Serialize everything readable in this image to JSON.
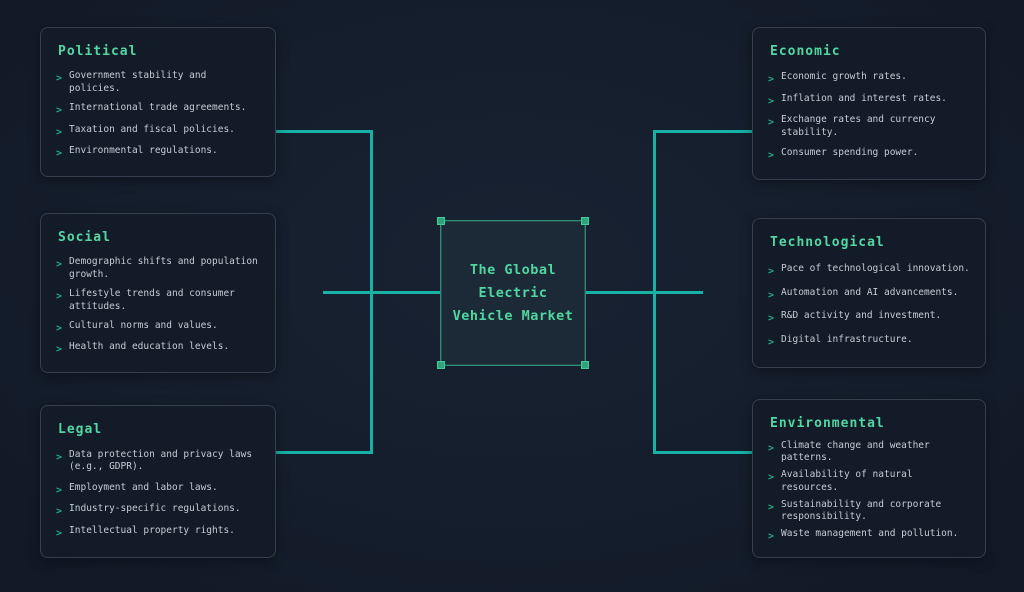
{
  "diagram": {
    "title": "PESTEL analysis diagram",
    "bullet_glyph": ">",
    "center": {
      "lines": [
        "The Global",
        "Electric",
        "Vehicle Market"
      ]
    },
    "boxes": [
      {
        "title": "Political",
        "items": [
          "Government stability and policies.",
          "International trade agreements.",
          "Taxation and fiscal policies.",
          "Environmental regulations."
        ]
      },
      {
        "title": "Social",
        "items": [
          "Demographic shifts and population growth.",
          "Lifestyle trends and consumer attitudes.",
          "Cultural norms and values.",
          "Health and education levels."
        ]
      },
      {
        "title": "Legal",
        "items": [
          "Data protection and privacy laws (e.g., GDPR).",
          "Employment and labor laws.",
          "Industry-specific regulations.",
          "Intellectual property rights."
        ]
      },
      {
        "title": "Economic",
        "items": [
          "Economic growth rates.",
          "Inflation and interest rates.",
          "Exchange rates and currency stability.",
          "Consumer spending power."
        ]
      },
      {
        "title": "Technological",
        "items": [
          "Pace of technological innovation.",
          "Automation and AI advancements.",
          "R&D activity and investment.",
          "Digital infrastructure."
        ]
      },
      {
        "title": "Environmental",
        "items": [
          "Climate change and weather patterns.",
          "Availability of natural resources.",
          "Sustainability and corporate responsibility.",
          "Waste management and pollution."
        ]
      }
    ],
    "colors": {
      "background": "#141d2b",
      "node_fill": "#131b29",
      "node_border": "#34404f",
      "center_fill": "#1c2936",
      "center_border": "#2d8d74",
      "handle": "#2aa57c",
      "connector": "#17b2a3",
      "heading": "#53d7a2",
      "item_text": "#c6cbd3",
      "bullet": "#23ac83"
    }
  }
}
